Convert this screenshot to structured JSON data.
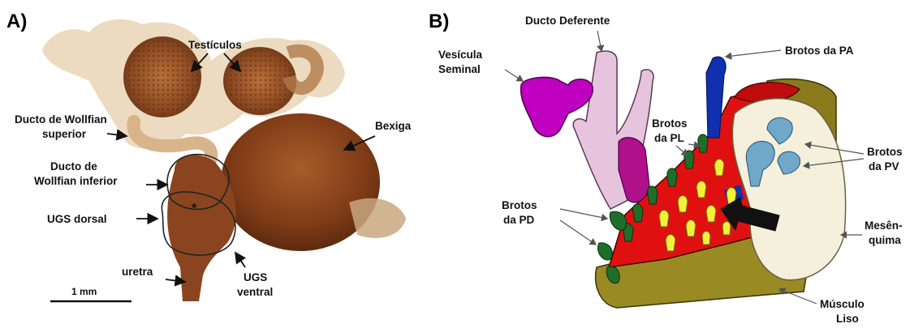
{
  "panel_a": {
    "letter": "A)",
    "labels": {
      "testiculos": "Testículos",
      "ducto_wolffian_superior_1": "Ducto de Wollfian",
      "ducto_wolffian_superior_2": "superior",
      "ducto_wolffian_inferior_1": "Ducto de",
      "ducto_wolffian_inferior_2": "Wollfian inferior",
      "bexiga": "Bexiga",
      "ugs_dorsal": "UGS dorsal",
      "uretra": "uretra",
      "ugs_ventral_1": "UGS",
      "ugs_ventral_2": "ventral",
      "asterisk": "*",
      "scale_bar": "1 mm"
    }
  },
  "panel_b": {
    "letter": "B)",
    "labels": {
      "ducto_deferente": "Ducto Deferente",
      "vesicula_1": "Vesícula",
      "vesicula_2": "Seminal",
      "brotos_pa": "Brotos da PA",
      "brotos_pl_1": "Brotos",
      "brotos_pl_2": "da PL",
      "brotos_pv_1": "Brotos",
      "brotos_pv_2": "da PV",
      "brotos_pd_1": "Brotos",
      "brotos_pd_2": "da PD",
      "mesenquima_1": "Mesên-",
      "mesenquima_2": "quima",
      "musculo_1": "Músculo",
      "musculo_2": "Liso"
    }
  },
  "colors": {
    "tissue_dark": "#6b2f14",
    "tissue_mid": "#a0562a",
    "tissue_light": "#d9b38a",
    "vesicle_magenta": "#c000c0",
    "deferent_pink": "#e6c4de",
    "brotos_pa_blue": "#1030b0",
    "epithelium_red": "#e01010",
    "buds_green": "#1e6e2a",
    "buds_yellow": "#f4ef3a",
    "mesenchyme_cream": "#f5f0dc",
    "pv_blue": "#6fa8c8",
    "muscle_olive": "#8a7a1c"
  }
}
